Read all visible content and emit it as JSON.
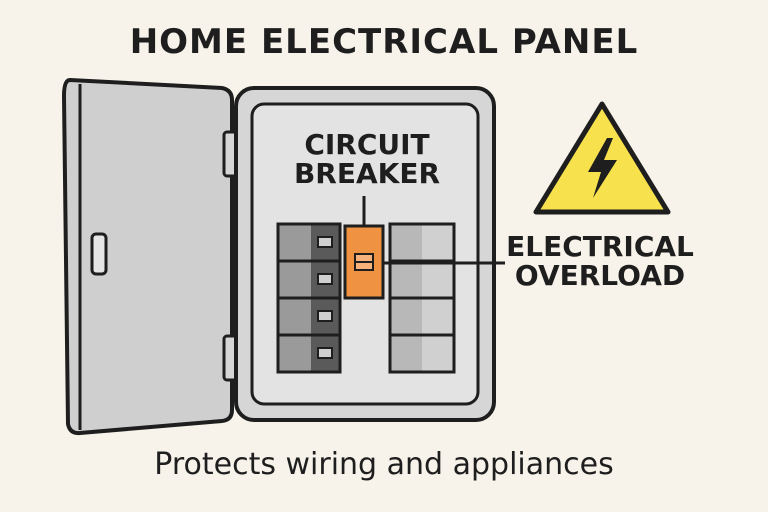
{
  "title": "HOME ELECTRICAL PANEL",
  "labels": {
    "circuit_breaker": "CIRCUIT BREAKER",
    "electrical_overload": "ELECTRICAL OVERLOAD"
  },
  "caption": "Protects wiring and appliances",
  "icons": [
    "electrical-panel-icon",
    "high-voltage-warning-icon"
  ],
  "colors": {
    "background": "#f7f3ea",
    "panel": "#d6d6d6",
    "tripped_breaker": "#ef9343",
    "warning_sign": "#f7e24d",
    "outline": "#1e1e1e"
  }
}
